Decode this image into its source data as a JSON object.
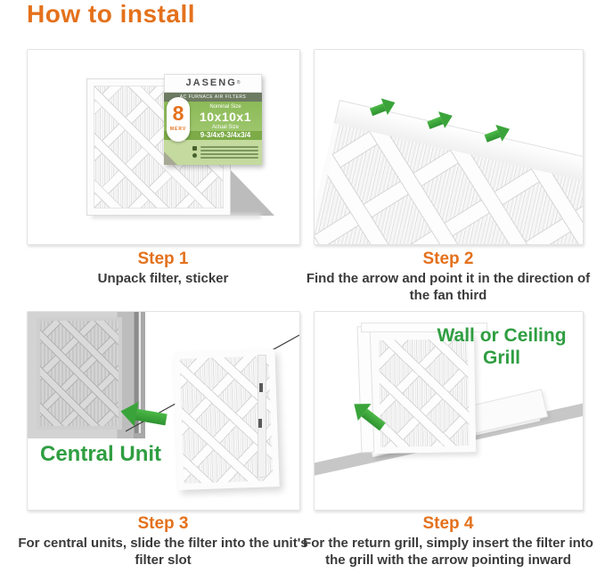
{
  "title": "How to install",
  "palette": {
    "accent_orange": "#e4711c",
    "accent_green": "#2f9e41",
    "arrow_green": "#3aa43a",
    "caption_text": "#3a3a3a"
  },
  "steps": [
    {
      "label": "Step 1",
      "caption": "Unpack filter, sticker"
    },
    {
      "label": "Step 2",
      "caption": "Find the arrow and point it in the direction of the fan third"
    },
    {
      "label": "Step 3",
      "caption": "For central units, slide the filter into the unit's filter slot"
    },
    {
      "label": "Step 4",
      "caption": "For the return grill, simply insert the filter into the grill with the arrow pointing inward"
    }
  ],
  "sticker": {
    "brand": "JASENG",
    "registered": "®",
    "band": "AC FURNACE AIR FILTERS",
    "nominal_size_label": "Nominal Size",
    "nominal_size": "10x10x1",
    "actual_size_label": "Actual Size",
    "actual_size": "9-3/4x9-3/4x3/4",
    "merv_number": "8",
    "merv_label": "MERV"
  },
  "annotations": {
    "central_unit": "Central Unit",
    "wall_grill": "Wall or Ceiling Grill"
  }
}
